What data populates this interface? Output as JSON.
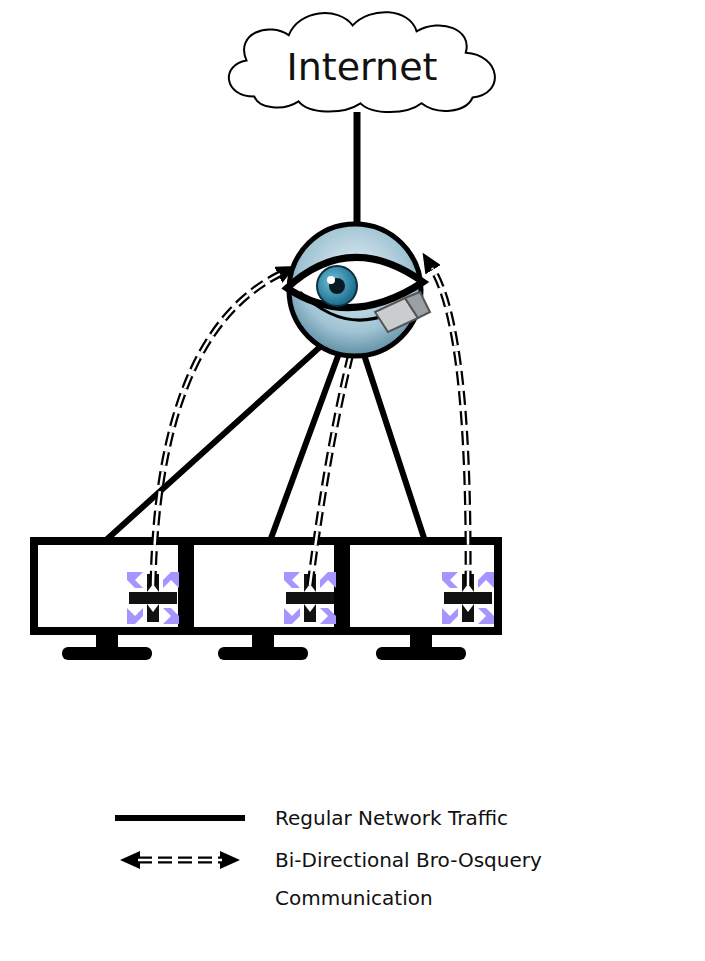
{
  "diagram": {
    "nodes": [
      {
        "text": [
          "Internet"
        ]
      }
    ],
    "legend": [
      {
        "text": "Regular Network Traffic"
      },
      {
        "text": "Bi-Directional Bro-Osquery Communication"
      }
    ]
  }
}
